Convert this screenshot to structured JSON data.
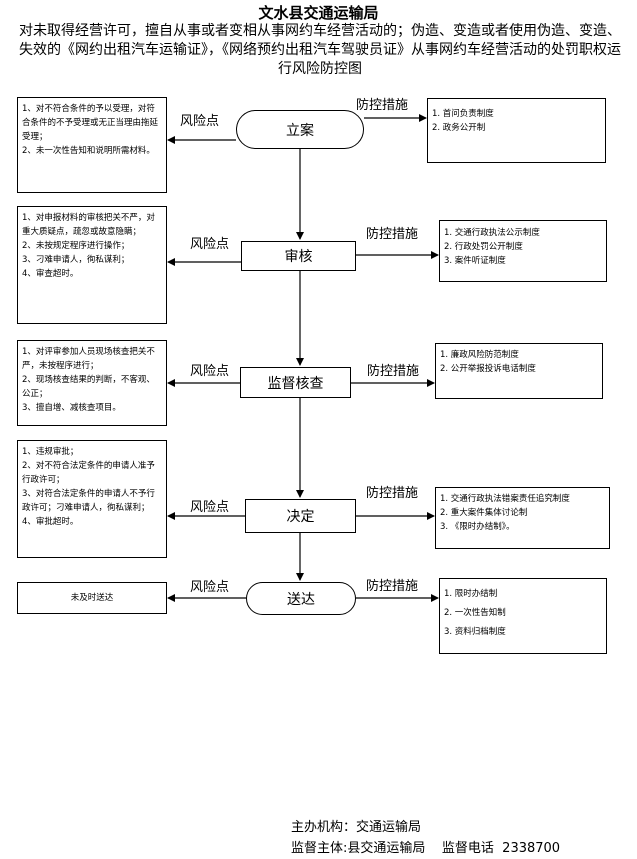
{
  "header": {
    "title": "文水县交通运输局",
    "subtitle": "对未取得经营许可，擅自从事或者变相从事网约车经营活动的；伪造、变造或者使用伪造、变造、失效的《网约出租汽车运输证》，《网络预约出租汽车驾驶员证》从事网约车经营活动的处罚职权运行风险防控图"
  },
  "labels": {
    "risk": "风险点",
    "control": "防控措施"
  },
  "stages": [
    {
      "name": "立案",
      "risks": "1、对不符合条件的予以受理，对符合条件的不予受理或无正当理由拖延受理；\n2、未一次性告知和说明所需材料。",
      "controls": "1.  首问负责制度\n2.  政务公开制"
    },
    {
      "name": "审核",
      "risks": "1、对申报材料的审核把关不严，对重大质疑点，疏忽或故意隐瞒；\n2、未按规定程序进行操作；\n3、刁难申请人，徇私谋利；\n4、审查超时。",
      "controls": "1.  交通行政执法公示制度\n2.  行政处罚公开制度\n3.  案件听证制度"
    },
    {
      "name": "监督核查",
      "risks": "1、对评审参加人员现场核查把关不严，未按程序进行；\n2、现场核查结果的判断，不客观、公正；\n3、擅自增、减核查项目。",
      "controls": "1.  廉政风险防范制度\n2.  公开举报投诉电话制度"
    },
    {
      "name": "决定",
      "risks": "1、违规审批；\n2、对不符合法定条件的申请人准予行政许可；\n3、对符合法定条件的申请人不予行政许可；刁难申请人，徇私谋利；\n4、审批超时。",
      "controls": "1.  交通行政执法错案责任追究制度\n2.  重大案件集体讨论制\n3.  《限时办结制》。"
    },
    {
      "name": "送达",
      "risks": "未及时送达",
      "controls": "1.  限时办结制\n2.  一次性告知制\n3.  资料归档制度"
    }
  ],
  "footer": {
    "organizer": "主办机构：交通运输局",
    "supervisor": "监督主体:县交通运输局    监督电话  2338700"
  }
}
